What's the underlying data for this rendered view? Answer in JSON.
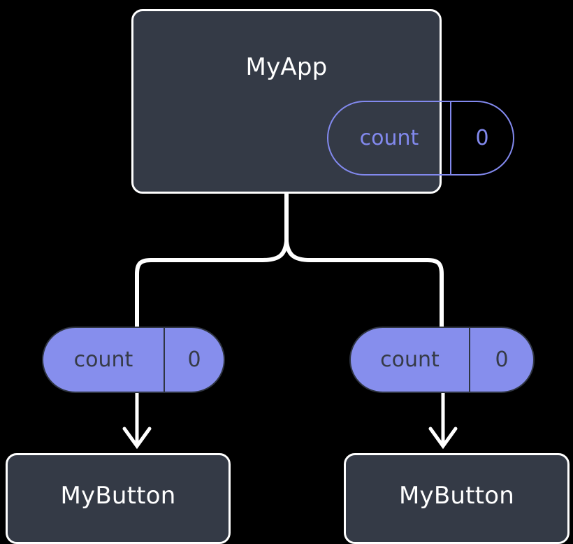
{
  "diagram": {
    "type": "component-state-tree",
    "background_color": "#000000",
    "colors": {
      "component_fill": "#343a46",
      "component_border": "#ffffff",
      "component_label": "#ffffff",
      "state_accent": "#8289ee",
      "state_fill": "#868eed",
      "state_filled_text": "#363b47",
      "connector": "#ffffff"
    },
    "root": {
      "label": "MyApp",
      "state": {
        "key": "count",
        "value": "0"
      }
    },
    "children": [
      {
        "label": "MyButton",
        "state": {
          "key": "count",
          "value": "0"
        }
      },
      {
        "label": "MyButton",
        "state": {
          "key": "count",
          "value": "0"
        }
      }
    ]
  }
}
